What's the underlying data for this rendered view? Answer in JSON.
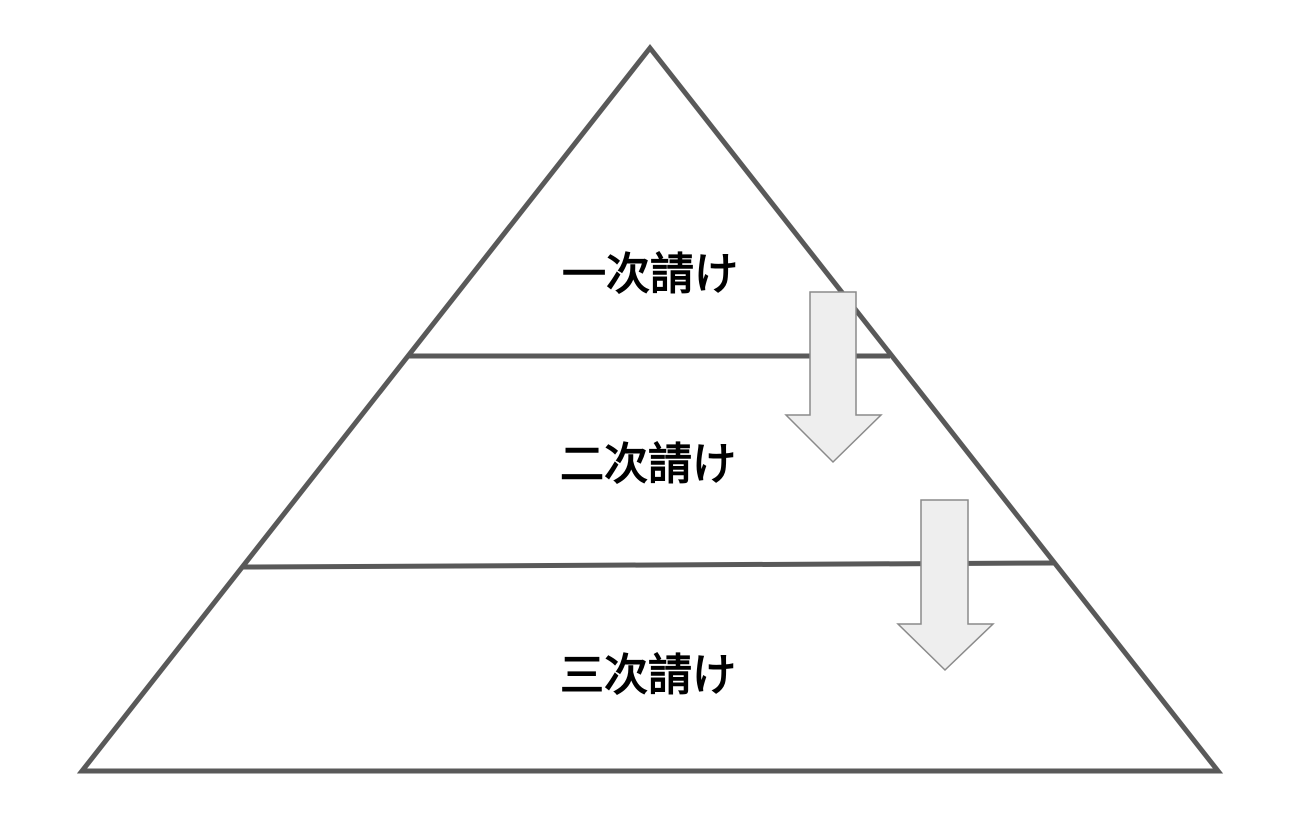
{
  "diagram": {
    "tiers": [
      {
        "label": "一次請け"
      },
      {
        "label": "二次請け"
      },
      {
        "label": "三次請け"
      }
    ]
  },
  "colors": {
    "outline": "#595959",
    "arrow_fill": "#eeeeee",
    "arrow_stroke": "#8a8a8a",
    "background": "#ffffff",
    "text": "#000000"
  }
}
